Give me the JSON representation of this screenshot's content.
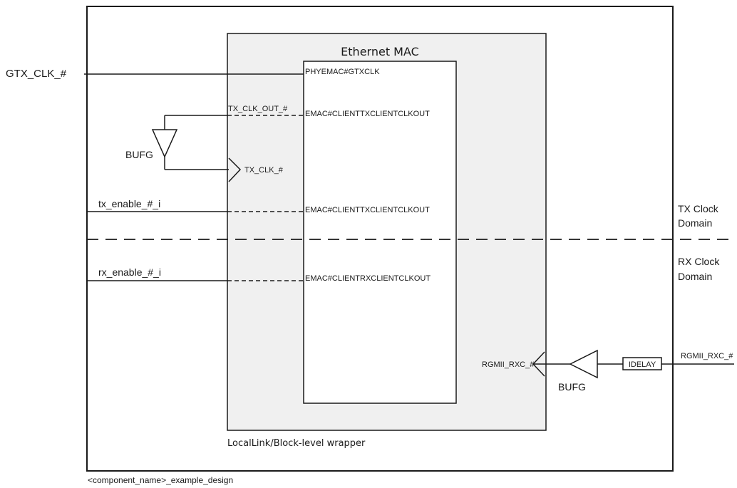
{
  "labels": {
    "ethernet_mac_title": "Ethernet MAC",
    "gtx_clk_input": "GTX_CLK_#",
    "phyemac_gtxclk": "PHYEMAC#GTXCLK",
    "tx_clk_out": "TX_CLK_OUT_#",
    "emac_clienttx_clkout_1": "EMAC#CLIENTTXCLIENTCLKOUT",
    "bufg_tx": "BUFG",
    "tx_clk": "TX_CLK_#",
    "tx_enable": "tx_enable_#_i",
    "emac_clienttx_clkout_2": "EMAC#CLIENTTXCLIENTCLKOUT",
    "tx_clock_domain_line1": "TX Clock",
    "tx_clock_domain_line2": "Domain",
    "rx_clock_domain_line1": "RX Clock",
    "rx_clock_domain_line2": "Domain",
    "rx_enable": "rx_enable_#_i",
    "emac_clientrx_clkout": "EMAC#CLIENTRXCLIENTCLKOUT",
    "rgmii_rxc_internal": "RGMII_RXC_#",
    "rgmii_rxc_external": "RGMII_RXC_#",
    "idelay": "IDELAY",
    "bufg_rx": "BUFG",
    "wrapper": "LocalLink/Block-level wrapper",
    "example_design": "<component_name>_example_design"
  },
  "colors": {
    "line": "#1a1a1a",
    "wrapper_fill": "#f0f0f0",
    "background": "#ffffff"
  }
}
